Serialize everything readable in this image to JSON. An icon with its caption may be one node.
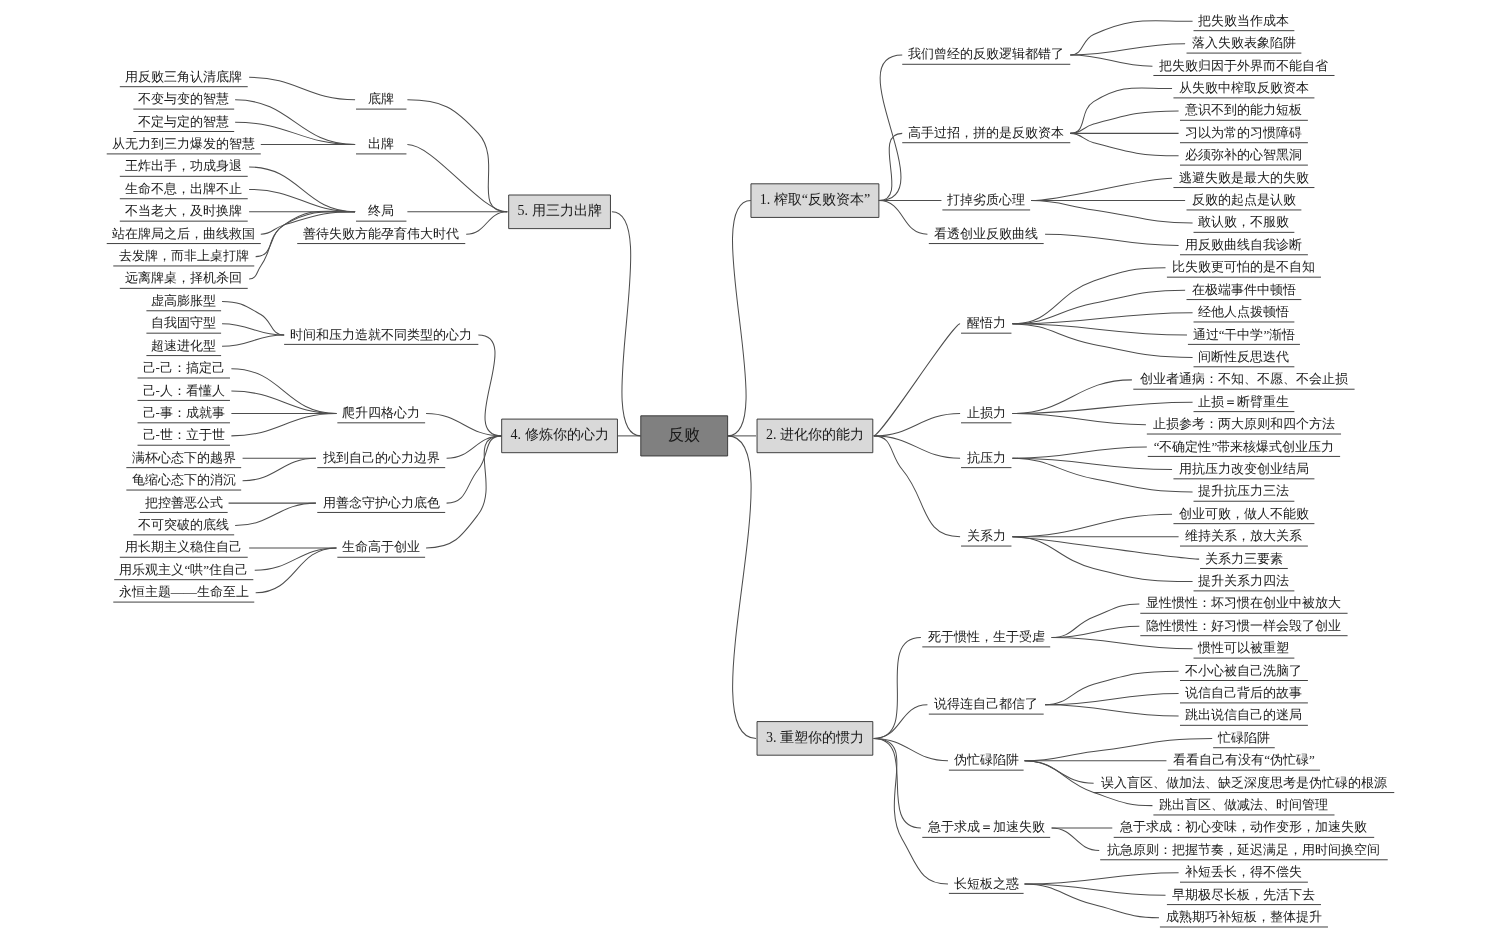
{
  "diagram": {
    "nodes": [
      {
        "text": [
          "反败"
        ]
      },
      {
        "text": [
          "1. 榨取“反败资本”"
        ]
      },
      {
        "text": [
          "我们曾经的反败逻辑都错了"
        ]
      },
      {
        "text": [
          "把失败当作成本"
        ]
      },
      {
        "text": [
          "落入失败表象陷阱"
        ]
      },
      {
        "text": [
          "把失败归因于外界而不能自省"
        ]
      },
      {
        "text": [
          "高手过招，拼的是反败资本"
        ]
      },
      {
        "text": [
          "从失败中榨取反败资本"
        ]
      },
      {
        "text": [
          "意识不到的能力短板"
        ]
      },
      {
        "text": [
          "习以为常的习惯障碍"
        ]
      },
      {
        "text": [
          "必须弥补的心智黑洞"
        ]
      },
      {
        "text": [
          "打掉劣质心理"
        ]
      },
      {
        "text": [
          "逃避失败是最大的失败"
        ]
      },
      {
        "text": [
          "反败的起点是认败"
        ]
      },
      {
        "text": [
          "敢认败，不服败"
        ]
      },
      {
        "text": [
          "看透创业反败曲线"
        ]
      },
      {
        "text": [
          "用反败曲线自我诊断"
        ]
      },
      {
        "text": [
          "2. 进化你的能力"
        ]
      },
      {
        "text": [
          "醒悟力"
        ]
      },
      {
        "text": [
          "比失败更可怕的是不自知"
        ]
      },
      {
        "text": [
          "在极端事件中顿悟"
        ]
      },
      {
        "text": [
          "经他人点拨顿悟"
        ]
      },
      {
        "text": [
          "通过“干中学”渐悟"
        ]
      },
      {
        "text": [
          "间断性反思迭代"
        ]
      },
      {
        "text": [
          "止损力"
        ]
      },
      {
        "text": [
          "创业者通病：不知、不愿、不会止损"
        ]
      },
      {
        "text": [
          "止损＝断臂重生"
        ]
      },
      {
        "text": [
          "止损参考：两大原则和四个方法"
        ]
      },
      {
        "text": [
          "抗压力"
        ]
      },
      {
        "text": [
          "“不确定性”带来核爆式创业压力"
        ]
      },
      {
        "text": [
          "用抗压力改变创业结局"
        ]
      },
      {
        "text": [
          "提升抗压力三法"
        ]
      },
      {
        "text": [
          "关系力"
        ]
      },
      {
        "text": [
          "创业可败，做人不能败"
        ]
      },
      {
        "text": [
          "维持关系，放大关系"
        ]
      },
      {
        "text": [
          "关系力三要素"
        ]
      },
      {
        "text": [
          "提升关系力四法"
        ]
      },
      {
        "text": [
          "3. 重塑你的惯力"
        ]
      },
      {
        "text": [
          "死于惯性，生于受虐"
        ]
      },
      {
        "text": [
          "显性惯性：坏习惯在创业中被放大"
        ]
      },
      {
        "text": [
          "隐性惯性：好习惯一样会毁了创业"
        ]
      },
      {
        "text": [
          "惯性可以被重塑"
        ]
      },
      {
        "text": [
          "说得连自己都信了"
        ]
      },
      {
        "text": [
          "不小心被自己洗脑了"
        ]
      },
      {
        "text": [
          "说信自己背后的故事"
        ]
      },
      {
        "text": [
          "跳出说信自己的迷局"
        ]
      },
      {
        "text": [
          "伪忙碌陷阱"
        ]
      },
      {
        "text": [
          "忙碌陷阱"
        ]
      },
      {
        "text": [
          "看看自己有没有“伪忙碌”"
        ]
      },
      {
        "text": [
          "误入盲区、做加法、缺乏深度思考是伪忙碌的根源"
        ]
      },
      {
        "text": [
          "跳出盲区、做减法、时间管理"
        ]
      },
      {
        "text": [
          "急于求成＝加速失败"
        ]
      },
      {
        "text": [
          "急于求成：初心变味，动作变形，加速失败"
        ]
      },
      {
        "text": [
          "抗急原则：把握节奏，延迟满足，用时间换空间"
        ]
      },
      {
        "text": [
          "长短板之惑"
        ]
      },
      {
        "text": [
          "补短丢长，得不偿失"
        ]
      },
      {
        "text": [
          "早期极尽长板，先活下去"
        ]
      },
      {
        "text": [
          "成熟期巧补短板，整体提升"
        ]
      },
      {
        "text": [
          "4. 修炼你的心力"
        ]
      },
      {
        "text": [
          "时间和压力造就不同类型的心力"
        ]
      },
      {
        "text": [
          "虚高膨胀型"
        ]
      },
      {
        "text": [
          "自我固守型"
        ]
      },
      {
        "text": [
          "超速进化型"
        ]
      },
      {
        "text": [
          "爬升四格心力"
        ]
      },
      {
        "text": [
          "己-己：搞定己"
        ]
      },
      {
        "text": [
          "己-人：看懂人"
        ]
      },
      {
        "text": [
          "己-事：成就事"
        ]
      },
      {
        "text": [
          "己-世：立于世"
        ]
      },
      {
        "text": [
          "找到自己的心力边界"
        ]
      },
      {
        "text": [
          "满杯心态下的越界"
        ]
      },
      {
        "text": [
          "龟缩心态下的消沉"
        ]
      },
      {
        "text": [
          "用善念守护心力底色"
        ]
      },
      {
        "text": [
          "把控善恶公式"
        ]
      },
      {
        "text": [
          "不可突破的底线"
        ]
      },
      {
        "text": [
          "生命高于创业"
        ]
      },
      {
        "text": [
          "用长期主义稳住自己"
        ]
      },
      {
        "text": [
          "用乐观主义“哄”住自己"
        ]
      },
      {
        "text": [
          "永恒主题——生命至上"
        ]
      },
      {
        "text": [
          "5. 用三力出牌"
        ]
      },
      {
        "text": [
          "底牌"
        ]
      },
      {
        "text": [
          "用反败三角认清底牌"
        ]
      },
      {
        "text": [
          "出牌"
        ]
      },
      {
        "text": [
          "不变与变的智慧"
        ]
      },
      {
        "text": [
          "不定与定的智慧"
        ]
      },
      {
        "text": [
          "从无力到三力爆发的智慧"
        ]
      },
      {
        "text": [
          "终局"
        ]
      },
      {
        "text": [
          "王炸出手，功成身退"
        ]
      },
      {
        "text": [
          "生命不息，出牌不止"
        ]
      },
      {
        "text": [
          "不当老大，及时换牌"
        ]
      },
      {
        "text": [
          "站在牌局之后，曲线救国"
        ]
      },
      {
        "text": [
          "去发牌，而非上桌打牌"
        ]
      },
      {
        "text": [
          "远离牌桌，择机杀回"
        ]
      },
      {
        "text": [
          "善待失败方能孕育伟大时代"
        ]
      }
    ],
    "edges": [
      {
        "from": 0,
        "to": 1,
        "arrow": "none"
      },
      {
        "from": 1,
        "to": 2,
        "arrow": "none"
      },
      {
        "from": 2,
        "to": 3,
        "arrow": "none"
      },
      {
        "from": 2,
        "to": 4,
        "arrow": "none"
      },
      {
        "from": 2,
        "to": 5,
        "arrow": "none"
      },
      {
        "from": 1,
        "to": 6,
        "arrow": "none"
      },
      {
        "from": 6,
        "to": 7,
        "arrow": "none"
      },
      {
        "from": 6,
        "to": 8,
        "arrow": "none"
      },
      {
        "from": 6,
        "to": 9,
        "arrow": "none"
      },
      {
        "from": 6,
        "to": 10,
        "arrow": "none"
      },
      {
        "from": 1,
        "to": 11,
        "arrow": "none"
      },
      {
        "from": 11,
        "to": 12,
        "arrow": "none"
      },
      {
        "from": 11,
        "to": 13,
        "arrow": "none"
      },
      {
        "from": 11,
        "to": 14,
        "arrow": "none"
      },
      {
        "from": 1,
        "to": 15,
        "arrow": "none"
      },
      {
        "from": 15,
        "to": 16,
        "arrow": "none"
      },
      {
        "from": 0,
        "to": 17,
        "arrow": "none"
      },
      {
        "from": 17,
        "to": 18,
        "arrow": "none"
      },
      {
        "from": 18,
        "to": 19,
        "arrow": "none"
      },
      {
        "from": 18,
        "to": 20,
        "arrow": "none"
      },
      {
        "from": 18,
        "to": 21,
        "arrow": "none"
      },
      {
        "from": 18,
        "to": 22,
        "arrow": "none"
      },
      {
        "from": 18,
        "to": 23,
        "arrow": "none"
      },
      {
        "from": 17,
        "to": 24,
        "arrow": "none"
      },
      {
        "from": 24,
        "to": 25,
        "arrow": "none"
      },
      {
        "from": 24,
        "to": 26,
        "arrow": "none"
      },
      {
        "from": 24,
        "to": 27,
        "arrow": "none"
      },
      {
        "from": 17,
        "to": 28,
        "arrow": "none"
      },
      {
        "from": 28,
        "to": 29,
        "arrow": "none"
      },
      {
        "from": 28,
        "to": 30,
        "arrow": "none"
      },
      {
        "from": 28,
        "to": 31,
        "arrow": "none"
      },
      {
        "from": 17,
        "to": 32,
        "arrow": "none"
      },
      {
        "from": 32,
        "to": 33,
        "arrow": "none"
      },
      {
        "from": 32,
        "to": 34,
        "arrow": "none"
      },
      {
        "from": 32,
        "to": 35,
        "arrow": "none"
      },
      {
        "from": 32,
        "to": 36,
        "arrow": "none"
      },
      {
        "from": 0,
        "to": 37,
        "arrow": "none"
      },
      {
        "from": 37,
        "to": 38,
        "arrow": "none"
      },
      {
        "from": 38,
        "to": 39,
        "arrow": "none"
      },
      {
        "from": 38,
        "to": 40,
        "arrow": "none"
      },
      {
        "from": 38,
        "to": 41,
        "arrow": "none"
      },
      {
        "from": 37,
        "to": 42,
        "arrow": "none"
      },
      {
        "from": 42,
        "to": 43,
        "arrow": "none"
      },
      {
        "from": 42,
        "to": 44,
        "arrow": "none"
      },
      {
        "from": 42,
        "to": 45,
        "arrow": "none"
      },
      {
        "from": 37,
        "to": 46,
        "arrow": "none"
      },
      {
        "from": 46,
        "to": 47,
        "arrow": "none"
      },
      {
        "from": 46,
        "to": 48,
        "arrow": "none"
      },
      {
        "from": 46,
        "to": 49,
        "arrow": "none"
      },
      {
        "from": 46,
        "to": 50,
        "arrow": "none"
      },
      {
        "from": 37,
        "to": 51,
        "arrow": "none"
      },
      {
        "from": 51,
        "to": 52,
        "arrow": "none"
      },
      {
        "from": 51,
        "to": 53,
        "arrow": "none"
      },
      {
        "from": 37,
        "to": 54,
        "arrow": "none"
      },
      {
        "from": 54,
        "to": 55,
        "arrow": "none"
      },
      {
        "from": 54,
        "to": 56,
        "arrow": "none"
      },
      {
        "from": 54,
        "to": 57,
        "arrow": "none"
      },
      {
        "from": 0,
        "to": 58,
        "arrow": "none"
      },
      {
        "from": 58,
        "to": 59,
        "arrow": "none"
      },
      {
        "from": 59,
        "to": 60,
        "arrow": "none"
      },
      {
        "from": 59,
        "to": 61,
        "arrow": "none"
      },
      {
        "from": 59,
        "to": 62,
        "arrow": "none"
      },
      {
        "from": 58,
        "to": 63,
        "arrow": "none"
      },
      {
        "from": 63,
        "to": 64,
        "arrow": "none"
      },
      {
        "from": 63,
        "to": 65,
        "arrow": "none"
      },
      {
        "from": 63,
        "to": 66,
        "arrow": "none"
      },
      {
        "from": 63,
        "to": 67,
        "arrow": "none"
      },
      {
        "from": 58,
        "to": 68,
        "arrow": "none"
      },
      {
        "from": 68,
        "to": 69,
        "arrow": "none"
      },
      {
        "from": 68,
        "to": 70,
        "arrow": "none"
      },
      {
        "from": 58,
        "to": 71,
        "arrow": "none"
      },
      {
        "from": 71,
        "to": 72,
        "arrow": "none"
      },
      {
        "from": 71,
        "to": 73,
        "arrow": "none"
      },
      {
        "from": 58,
        "to": 74,
        "arrow": "none"
      },
      {
        "from": 74,
        "to": 75,
        "arrow": "none"
      },
      {
        "from": 74,
        "to": 76,
        "arrow": "none"
      },
      {
        "from": 74,
        "to": 77,
        "arrow": "none"
      },
      {
        "from": 0,
        "to": 78,
        "arrow": "none"
      },
      {
        "from": 78,
        "to": 79,
        "arrow": "none"
      },
      {
        "from": 79,
        "to": 80,
        "arrow": "none"
      },
      {
        "from": 78,
        "to": 81,
        "arrow": "none"
      },
      {
        "from": 81,
        "to": 82,
        "arrow": "none"
      },
      {
        "from": 81,
        "to": 83,
        "arrow": "none"
      },
      {
        "from": 81,
        "to": 84,
        "arrow": "none"
      },
      {
        "from": 78,
        "to": 85,
        "arrow": "none"
      },
      {
        "from": 85,
        "to": 86,
        "arrow": "none"
      },
      {
        "from": 85,
        "to": 87,
        "arrow": "none"
      },
      {
        "from": 85,
        "to": 88,
        "arrow": "none"
      },
      {
        "from": 85,
        "to": 89,
        "arrow": "none"
      },
      {
        "from": 85,
        "to": 90,
        "arrow": "none"
      },
      {
        "from": 85,
        "to": 91,
        "arrow": "none"
      },
      {
        "from": 78,
        "to": 92,
        "arrow": "none"
      }
    ]
  }
}
